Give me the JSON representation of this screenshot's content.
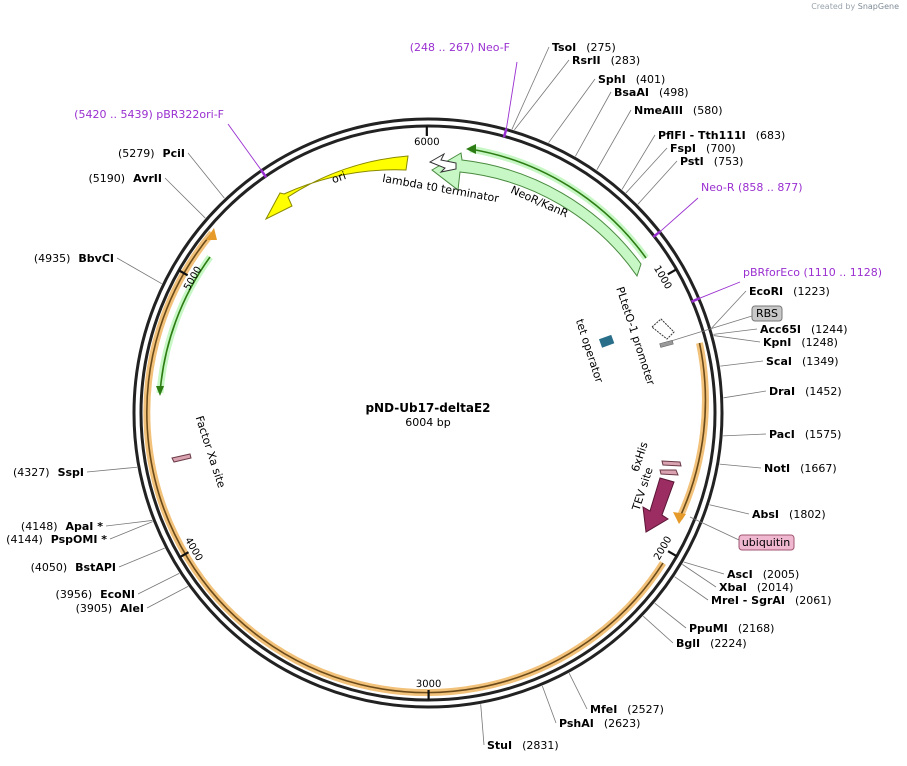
{
  "watermark": {
    "prefix": "Created by",
    "brand": "SnapGene"
  },
  "plasmid": {
    "name": "pND-Ub17-deltaE2",
    "length_label": "6004 bp",
    "length": 6004
  },
  "ticks": [
    {
      "label": "1000",
      "bp": 1000
    },
    {
      "label": "2000",
      "bp": 2000
    },
    {
      "label": "3000",
      "bp": 3000
    },
    {
      "label": "4000",
      "bp": 4000
    },
    {
      "label": "5000",
      "bp": 5000
    },
    {
      "label": "6000",
      "bp": 6000
    }
  ],
  "enzymes": [
    {
      "name": "TsoI",
      "pos": "(275)",
      "bp": 275
    },
    {
      "name": "RsrII",
      "pos": "(283)",
      "bp": 283
    },
    {
      "name": "SphI",
      "pos": "(401)",
      "bp": 401
    },
    {
      "name": "BsaAI",
      "pos": "(498)",
      "bp": 498
    },
    {
      "name": "NmeAIII",
      "pos": "(580)",
      "bp": 580
    },
    {
      "name": "PflFI - Tth111I",
      "pos": "(683)",
      "bp": 683
    },
    {
      "name": "FspI",
      "pos": "(700)",
      "bp": 700
    },
    {
      "name": "PstI",
      "pos": "(753)",
      "bp": 753
    },
    {
      "name": "EcoRI",
      "pos": "(1223)",
      "bp": 1223
    },
    {
      "name": "Acc65I",
      "pos": "(1244)",
      "bp": 1244
    },
    {
      "name": "KpnI",
      "pos": "(1248)",
      "bp": 1248
    },
    {
      "name": "ScaI",
      "pos": "(1349)",
      "bp": 1349
    },
    {
      "name": "DraI",
      "pos": "(1452)",
      "bp": 1452
    },
    {
      "name": "PacI",
      "pos": "(1575)",
      "bp": 1575
    },
    {
      "name": "NotI",
      "pos": "(1667)",
      "bp": 1667
    },
    {
      "name": "AbsI",
      "pos": "(1802)",
      "bp": 1802
    },
    {
      "name": "AscI",
      "pos": "(2005)",
      "bp": 2005
    },
    {
      "name": "XbaI",
      "pos": "(2014)",
      "bp": 2014
    },
    {
      "name": "MreI - SgrAI",
      "pos": "(2061)",
      "bp": 2061
    },
    {
      "name": "PpuMI",
      "pos": "(2168)",
      "bp": 2168
    },
    {
      "name": "BglI",
      "pos": "(2224)",
      "bp": 2224
    },
    {
      "name": "MfeI",
      "pos": "(2527)",
      "bp": 2527
    },
    {
      "name": "PshAI",
      "pos": "(2623)",
      "bp": 2623
    },
    {
      "name": "StuI",
      "pos": "(2831)",
      "bp": 2831
    },
    {
      "name": "AleI",
      "pos": "(3905)",
      "bp": 3905
    },
    {
      "name": "EcoNI",
      "pos": "(3956)",
      "bp": 3956
    },
    {
      "name": "BstAPI",
      "pos": "(4050)",
      "bp": 4050
    },
    {
      "name": "PspOMI *",
      "pos": "(4144)",
      "bp": 4144
    },
    {
      "name": "ApaI *",
      "pos": "(4148)",
      "bp": 4148
    },
    {
      "name": "SspI",
      "pos": "(4327)",
      "bp": 4327
    },
    {
      "name": "BbvCI",
      "pos": "(4935)",
      "bp": 4935
    },
    {
      "name": "AvrII",
      "pos": "(5190)",
      "bp": 5190
    },
    {
      "name": "PciI",
      "pos": "(5279)",
      "bp": 5279
    }
  ],
  "primers": [
    {
      "label": "(248 .. 267)  Neo-F",
      "bp": 257
    },
    {
      "label": "Neo-R    (858 .. 877)",
      "bp": 867
    },
    {
      "label": "pBRforEco    (1110 .. 1128)",
      "bp": 1119
    },
    {
      "label": "(5420 .. 5439)  pBR322ori-F",
      "bp": 5429
    }
  ],
  "features": [
    {
      "name": "NeoR/KanR",
      "color": "#c6f7c4"
    },
    {
      "name": "ori",
      "color": "#ffff00"
    },
    {
      "name": "lambda t0 terminator",
      "color": "#ffffff"
    },
    {
      "name": "PLtetO-1 promoter",
      "color": "#ffffff"
    },
    {
      "name": "tet operator",
      "color": "#2a6f8a"
    },
    {
      "name": "6xHis",
      "color": "#d9a3b2"
    },
    {
      "name": "TEV site",
      "color": "#9b2d62"
    },
    {
      "name": "Factor Xa site",
      "color": "#d9a3b2"
    },
    {
      "name": "RBS",
      "color": "#c8c8c8"
    },
    {
      "name": "ubiquitin",
      "color": "#f0b8d0"
    }
  ],
  "colors": {
    "primer": "#9a2fd0",
    "backbone": "#222222",
    "orf_orange": "#f2c27a",
    "orf_green": "#c6f7c4"
  }
}
